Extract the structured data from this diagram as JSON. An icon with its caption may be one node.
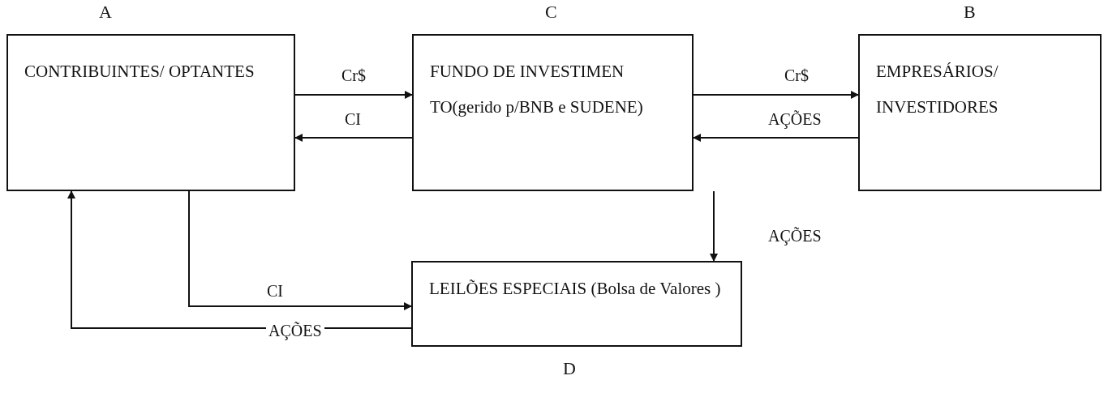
{
  "diagram": {
    "nodes": [
      {
        "text": [
          "CONTRIBUINTES/ OPTANTES"
        ],
        "beside": [
          "A"
        ]
      },
      {
        "text": [
          "FUNDO DE INVESTIMEN TO(gerido p/BNB e SUDENE)"
        ],
        "beside": [
          "C"
        ]
      },
      {
        "text": [
          "EMPRESÁRIOS/ INVESTIDORES"
        ],
        "beside": [
          "B"
        ]
      },
      {
        "text": [
          "LEILÕES ESPECIAIS (Bolsa de Valores )"
        ],
        "beside": [
          "D"
        ]
      }
    ],
    "edges": [
      {
        "from": 0,
        "to": 1,
        "arrow": "to",
        "label": "Cr$"
      },
      {
        "from": 1,
        "to": 0,
        "arrow": "to",
        "label": "CI"
      },
      {
        "from": 1,
        "to": 2,
        "arrow": "to",
        "label": "Cr$"
      },
      {
        "from": 2,
        "to": 1,
        "arrow": "to",
        "label": "AÇÕES"
      },
      {
        "from": 1,
        "to": 3,
        "arrow": "to",
        "label": "AÇÕES"
      },
      {
        "from": 0,
        "to": 3,
        "arrow": "to",
        "label": "CI"
      },
      {
        "from": 3,
        "to": 0,
        "arrow": "to",
        "label": "AÇÕES"
      }
    ]
  }
}
